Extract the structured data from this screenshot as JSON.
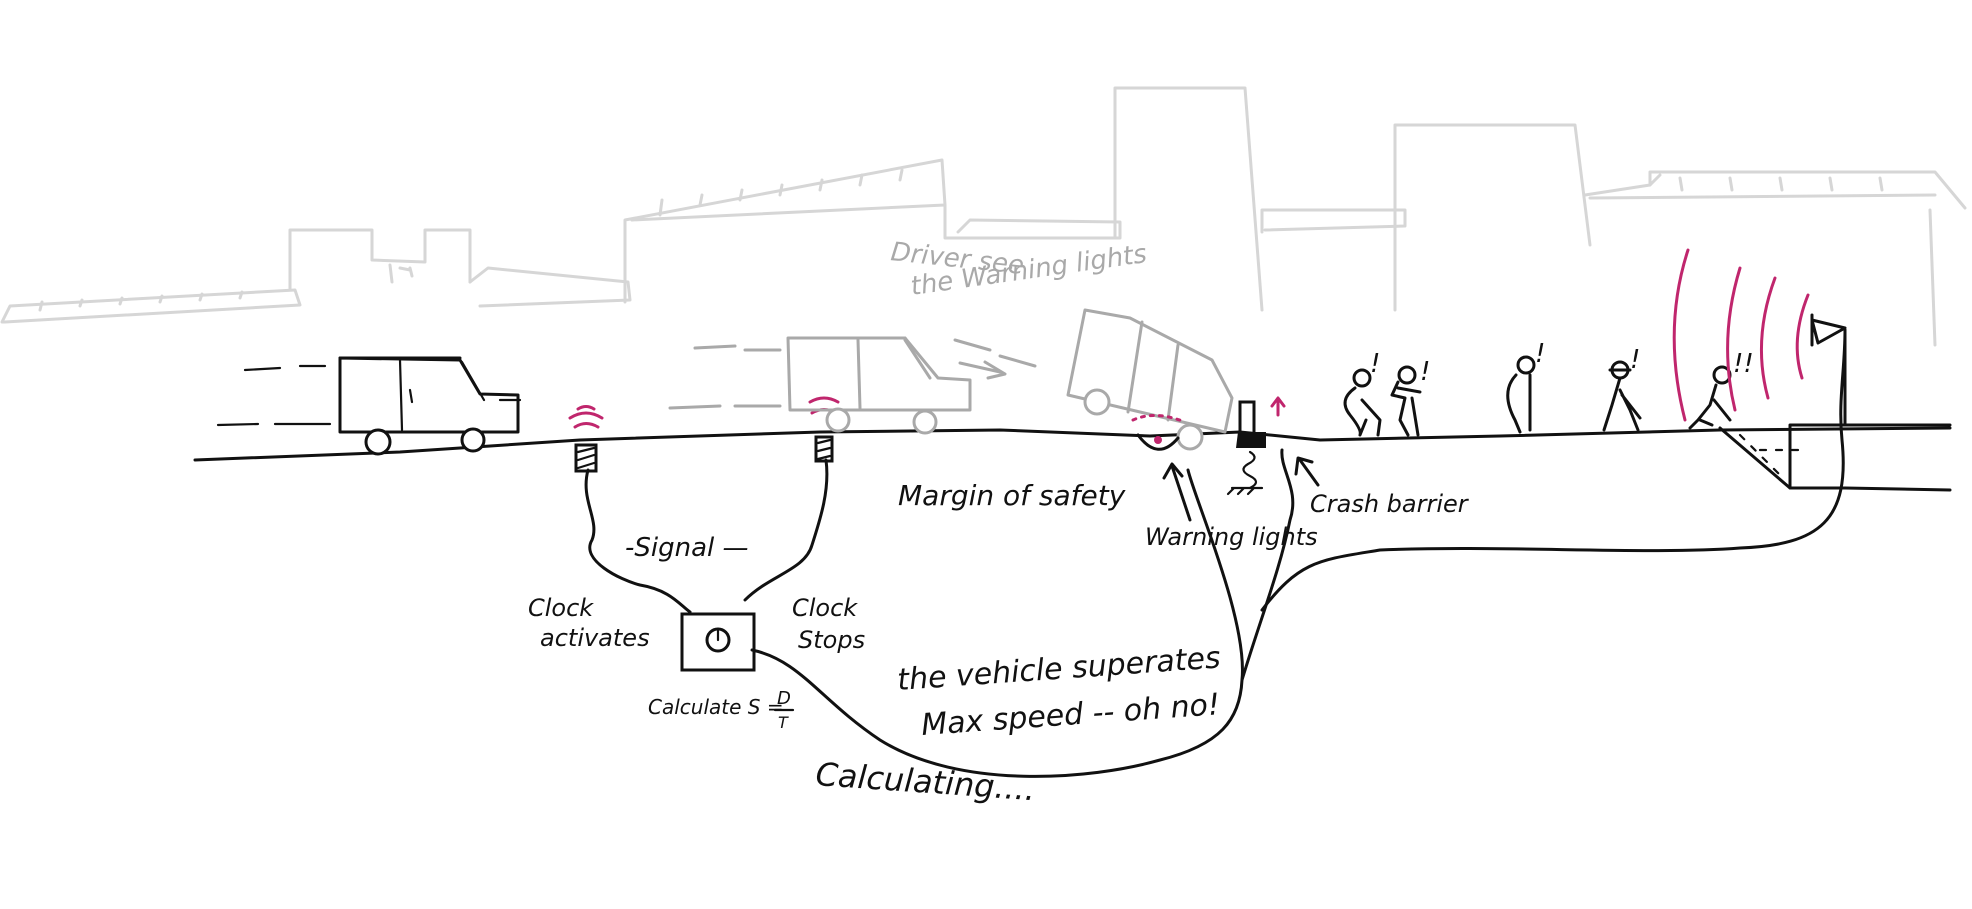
{
  "colors": {
    "ink": "#111111",
    "ghost": "#d6d6d6",
    "ghost_dark": "#a9a9a9",
    "accent": "#c0266d",
    "background": "#ffffff"
  },
  "labels": {
    "driver_see": "Driver see",
    "the_warning_lights": "the Warning lights",
    "margin_of_safety": "Margin of safety",
    "signal": "-Signal —",
    "clock_activates_1": "Clock",
    "clock_activates_2": "activates",
    "clock_stops_1": "Clock",
    "clock_stops_2": "Stops",
    "calculate_prefix": "Calculate S =",
    "formula_num": "D",
    "formula_den": "T",
    "vehicle_1": "the vehicle superates",
    "vehicle_2": "Max speed -- oh no!",
    "calculating": "Calculating....",
    "warning_lights": "Warning lights",
    "crash_barrier": "Crash barrier",
    "exclaim_1": "!",
    "exclaim_2": "!",
    "exclaim_3": "!",
    "exclaim_4": "!",
    "exclaim_5": "!!"
  },
  "icons": {
    "truck": "truck-icon",
    "sensor": "sensor-icon",
    "clock": "clock-icon",
    "pedestrian": "pedestrian-icon",
    "flag": "flag-icon",
    "signal_waves": "signal-waves-icon"
  }
}
